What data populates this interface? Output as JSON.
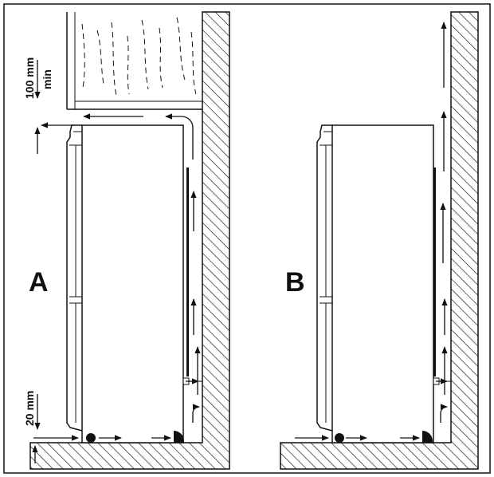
{
  "diagram": {
    "panel_a": {
      "letter": "A",
      "dim_top": {
        "value": "100 mm",
        "qualifier": "min"
      },
      "dim_bottom": {
        "value": "20 mm"
      }
    },
    "panel_b": {
      "letter": "B"
    }
  },
  "colors": {
    "ink": "#111111",
    "background": "#ffffff"
  }
}
